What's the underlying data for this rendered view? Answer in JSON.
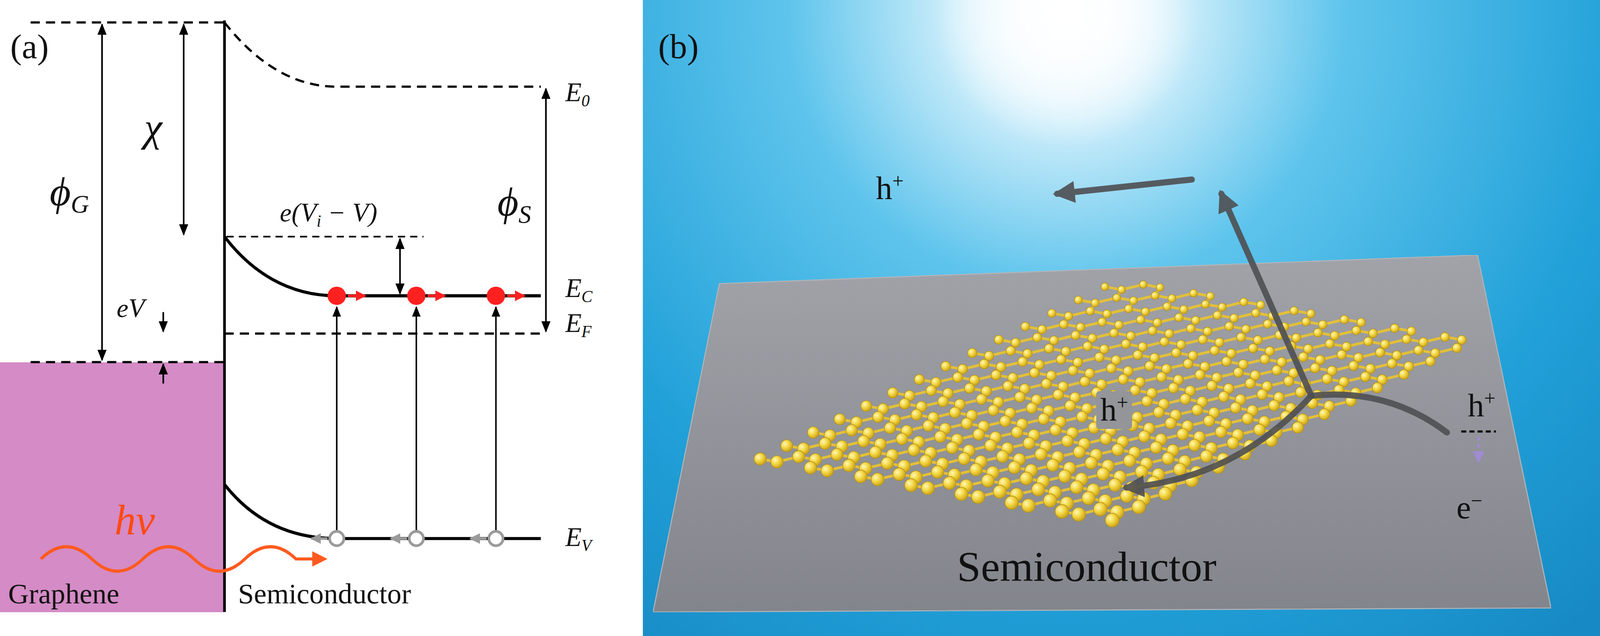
{
  "diagram": {
    "nodes": [
      {
        "text": [
          "Graphene"
        ]
      },
      {
        "text": [
          "Semiconductor"
        ]
      }
    ],
    "labels": [
      "(a)",
      "ϕG",
      "χ",
      "e(Vi − V)",
      "E0",
      "ϕS",
      "eV",
      "EC",
      "EF",
      "hν",
      "EV",
      "Semiconductor",
      "(b)",
      "h+",
      "h+",
      "h+",
      "e−"
    ]
  }
}
